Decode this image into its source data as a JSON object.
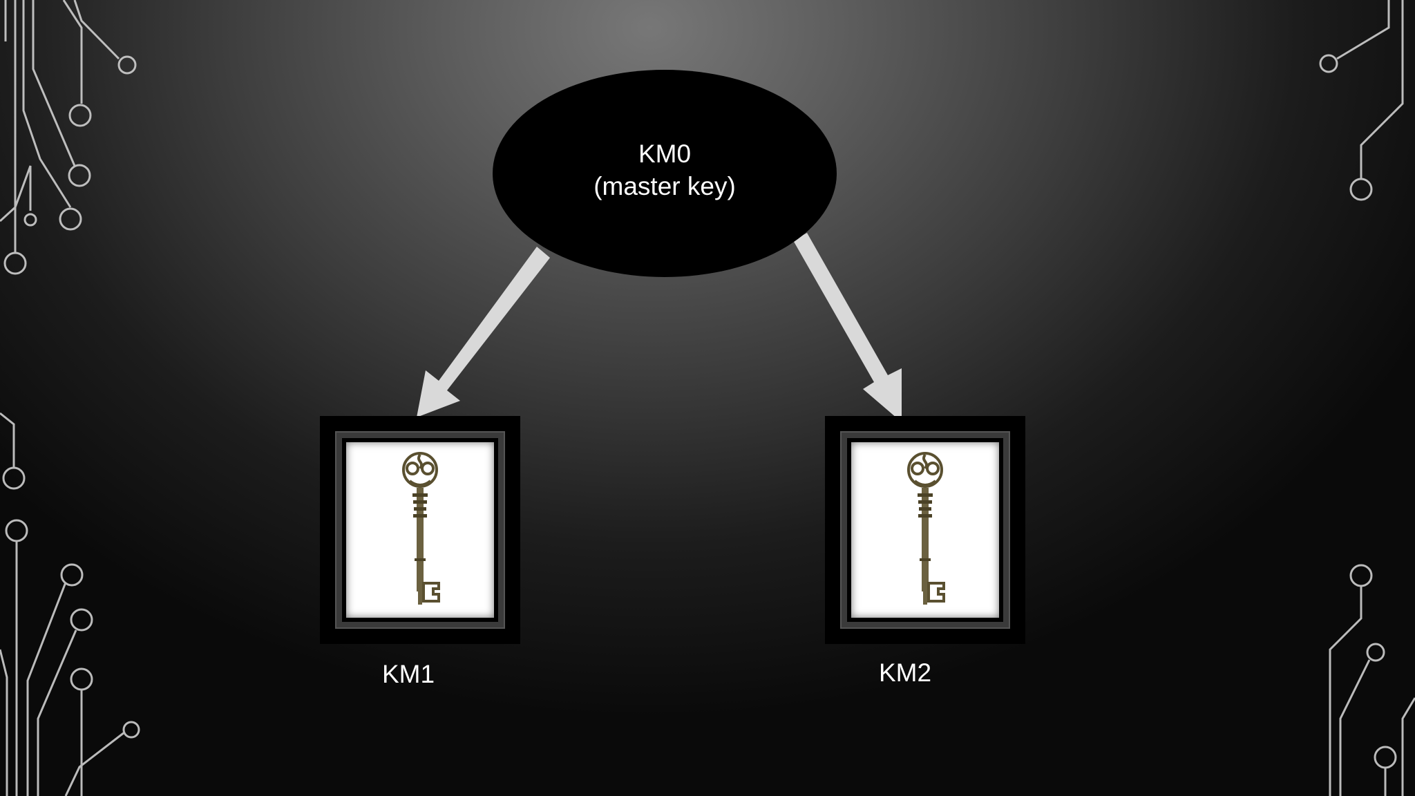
{
  "slide": {
    "root_node": {
      "line1": "KM0",
      "line2": "(master key)",
      "fill": "#000000"
    },
    "children": [
      {
        "label": "KM1",
        "image": "antique-key-icon"
      },
      {
        "label": "KM2",
        "image": "antique-key-icon"
      }
    ],
    "edges": [
      {
        "from": "KM0",
        "to": "KM1"
      },
      {
        "from": "KM0",
        "to": "KM2"
      }
    ],
    "colors": {
      "arrow": "#d9d9d9",
      "circuit_lines": "#cfcfcf",
      "text": "#ffffff"
    }
  }
}
